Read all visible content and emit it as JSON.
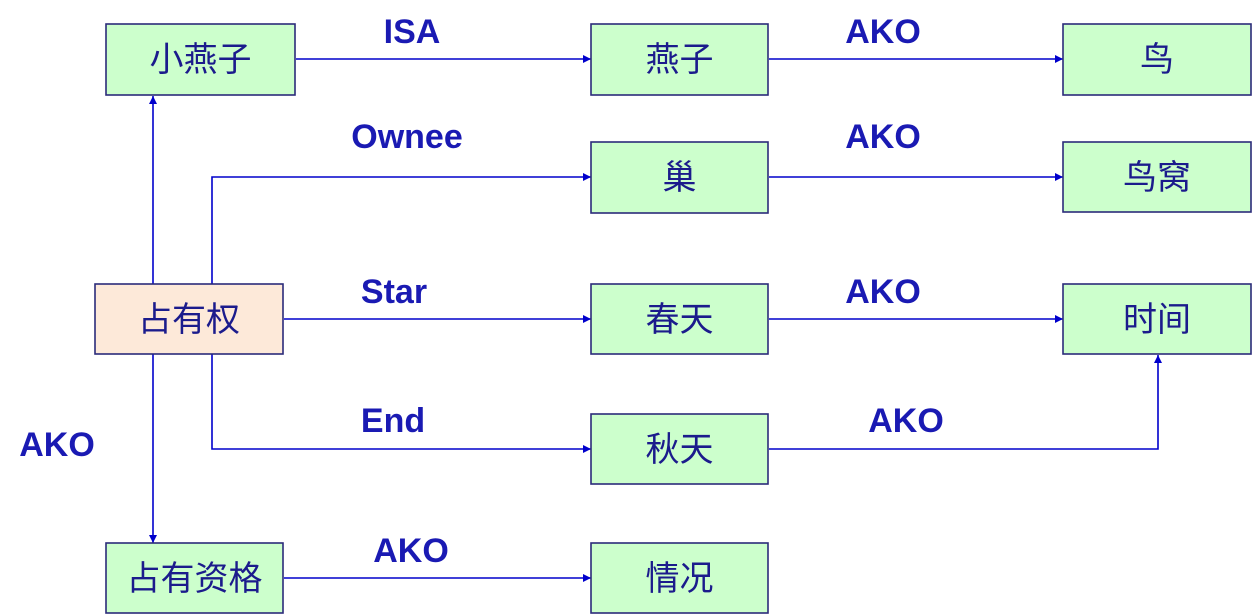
{
  "colors": {
    "node_fill": "#ccffcc",
    "node_fill_highlight": "#fde9d9",
    "node_border": "#2b2b7a",
    "edge": "#0000cc",
    "label": "#1a1ab3"
  },
  "nodes": {
    "xiaoyanzi": "小燕子",
    "yanzi": "燕子",
    "niao": "鸟",
    "chao": "巢",
    "niaowo": "鸟窝",
    "zhanyouquan": "占有权",
    "chuntian": "春天",
    "shijian": "时间",
    "qiutian": "秋天",
    "zhanyouzige": "占有资格",
    "qingkuang": "情况"
  },
  "edge_labels": {
    "isa": "ISA",
    "ako_yanzi_niao": "AKO",
    "ownee": "Ownee",
    "ako_chao_niaowo": "AKO",
    "star": "Star",
    "ako_chuntian_shijian": "AKO",
    "end": "End",
    "ako_qiutian_shijian": "AKO",
    "ako_zhanyouquan_zige": "AKO",
    "ako_zige_qingkuang": "AKO"
  }
}
